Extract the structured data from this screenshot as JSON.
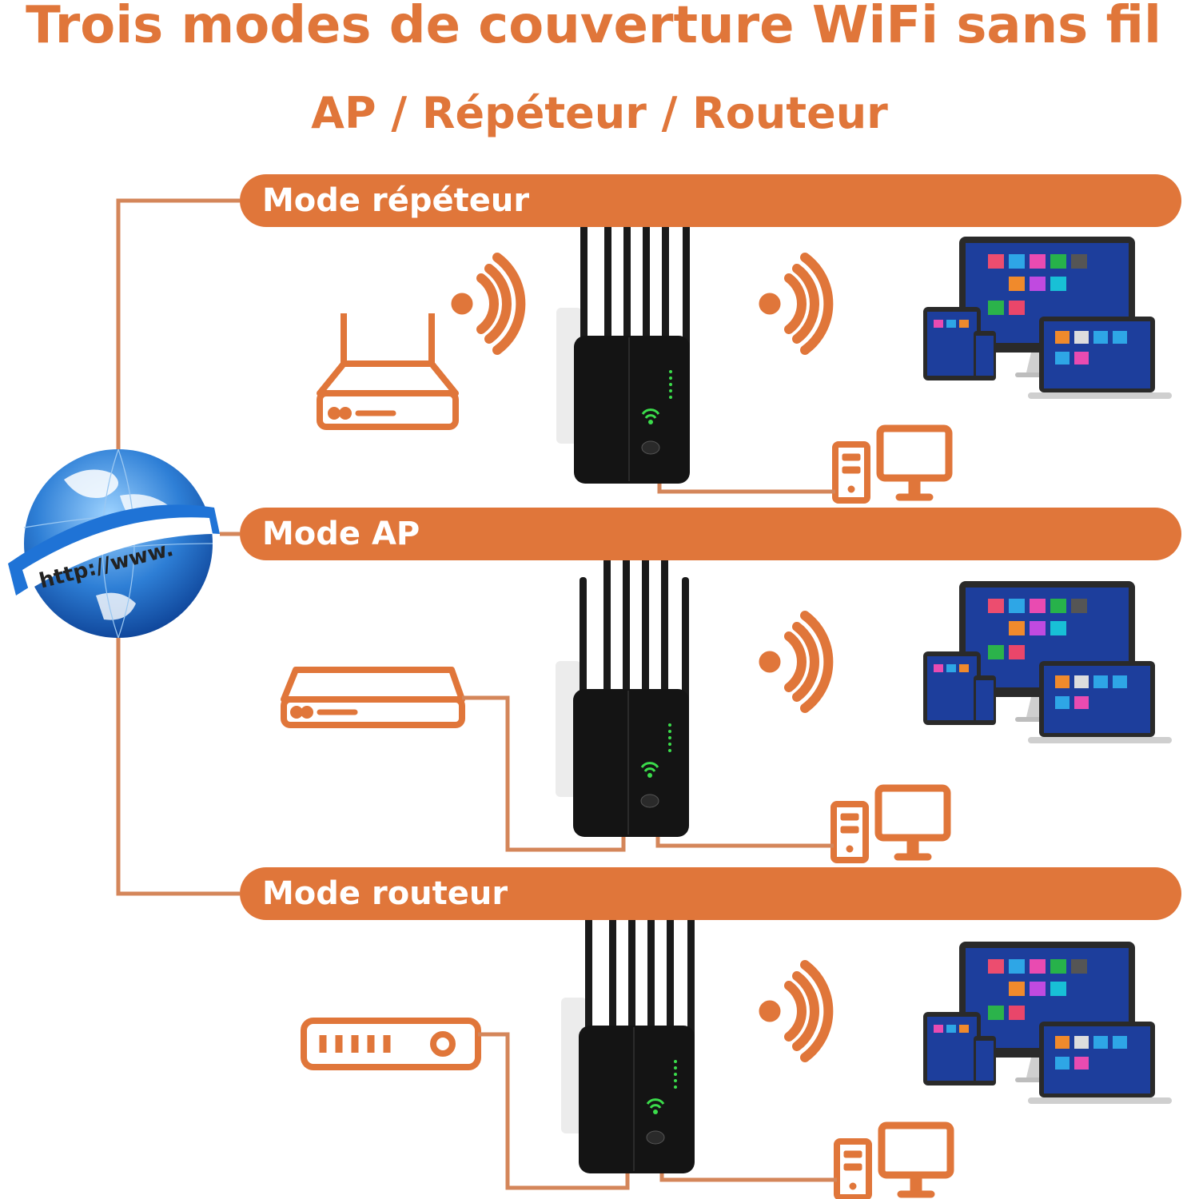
{
  "header": {
    "title": "Trois modes de couverture WiFi sans fil",
    "subtitle": "AP / Répéteur / Routeur"
  },
  "globe": {
    "label": "http://www."
  },
  "modes": [
    {
      "label": "Mode répéteur"
    },
    {
      "label": "Mode AP"
    },
    {
      "label": "Mode routeur"
    }
  ],
  "colors": {
    "accent": "#E0763A",
    "line": "#D4865A",
    "device_black": "#141414",
    "screen_blue": "#1D3E9C"
  },
  "icons": {
    "source_repeater": "wifi-router-icon",
    "source_ap": "modem-icon",
    "source_router": "wan-router-icon",
    "wifi": "wifi-signal-icon",
    "clients": "multi-device-icon",
    "wired": "desktop-pc-icon"
  }
}
